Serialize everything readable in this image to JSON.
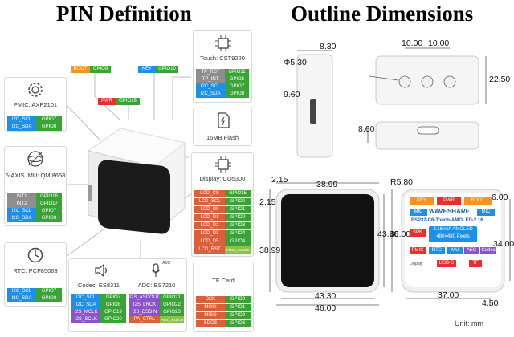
{
  "titles": {
    "left": "PIN Definition",
    "right": "Outline Dimensions"
  },
  "top_tags": {
    "boot": [
      "BOOT",
      "GPIO9"
    ],
    "key": [
      "KEY",
      "GPIO10"
    ],
    "pwr": [
      "PWR",
      "GPIO18"
    ]
  },
  "touch": {
    "caption": "Touch: CST9220",
    "pins": [
      [
        "TP_RST",
        "GPIO11"
      ],
      [
        "TP_INT",
        "GPIO5"
      ],
      [
        "I2C_SCL",
        "GPIO7"
      ],
      [
        "I2C_SDA",
        "GPIO8"
      ]
    ]
  },
  "flash": {
    "caption": "16MB Flash"
  },
  "pmic": {
    "caption": "PMIC: AXP2101",
    "pins": [
      [
        "I2C_SCL",
        "GPIO7"
      ],
      [
        "I2C_SDA",
        "GPIO8"
      ]
    ]
  },
  "imu": {
    "caption": "6-AXIS IMU: QMI8658",
    "pins": [
      [
        "INT1",
        "GPIO16"
      ],
      [
        "INT2",
        "GPIO17"
      ],
      [
        "I2C_SCL",
        "GPIO7"
      ],
      [
        "I2C_SDA",
        "GPIO8"
      ]
    ]
  },
  "display": {
    "caption": "Display: CO5300",
    "pins": [
      [
        "LCD_CS",
        "GPIO15"
      ],
      [
        "LCD_SCL",
        "GPIO0"
      ],
      [
        "LCD_D0",
        "GPIO1"
      ],
      [
        "LCD_D1",
        "GPIO2"
      ],
      [
        "LCD_D2",
        "GPIO3"
      ],
      [
        "LCD_D3",
        "GPIO4"
      ],
      [
        "LCD_D5",
        "GPIO4"
      ],
      [
        "LCD_RST",
        "PMIC_ALDO1"
      ]
    ]
  },
  "rtc": {
    "caption": "RTC: PCF85063",
    "pins": [
      [
        "I2C_SCL",
        "GPIO7"
      ],
      [
        "I2C_SDA",
        "GPIO8"
      ]
    ]
  },
  "audio": {
    "codec_caption": "Codec: ES8311",
    "adc_caption": "ADC: ES7210",
    "adc_icon_label": "ABC",
    "pins": [
      [
        "I2C_SCL",
        "GPIO7",
        "I2S_ASDOUT",
        "GPIO21"
      ],
      [
        "I2C_SDA",
        "GPIO8",
        "I2S_LRCK",
        "GPIO22"
      ],
      [
        "I2S_MCLK",
        "GPIO19",
        "I2S_DSDIN",
        "GPIO23"
      ],
      [
        "I2S_SCLK",
        "GPIO20",
        "PA_CTRL",
        "PMIC_ALDO3"
      ]
    ]
  },
  "tf": {
    "caption": "TF Card",
    "pins": [
      [
        "SCK",
        "GPIO0"
      ],
      [
        "MOSI",
        "GPIO1"
      ],
      [
        "MISO",
        "GPIO2"
      ],
      [
        "SDCS",
        "GPIO6"
      ]
    ]
  },
  "dims": {
    "d830": "8.30",
    "d530": "Φ5.30",
    "d960": "9.60",
    "d1000a": "10.00",
    "d1000b": "10.00",
    "d2250": "22.50",
    "d860": "8.60",
    "d215": "2.15",
    "d3899h": "38.99",
    "d215v": "2.15",
    "d3899v": "38.99",
    "d4330v": "43.30",
    "d4600v": "46.00",
    "d4330h": "43.30",
    "d4600h": "46.00",
    "r580": "R5.80",
    "d600": "6.00",
    "d3400": "34.00",
    "d3700": "37.00",
    "d450": "4.50"
  },
  "board": {
    "top_labels": [
      "KEY",
      "PWR",
      "BOOT"
    ],
    "brand": "WAVESHARE",
    "mic_left": "MIC",
    "mic_right": "MIC",
    "model": "ESP32-C6-Touch-AMOLED-2.16",
    "screen_line1": "2.16inch AMOLED",
    "screen_line2": "480×480 Pixels",
    "chips": [
      "SPK",
      "PMIC",
      "RTC",
      "IMU",
      "AEC",
      "Codec"
    ],
    "bottom": [
      "Display",
      "USB-C",
      "TF"
    ]
  },
  "unit": "Unit: mm"
}
